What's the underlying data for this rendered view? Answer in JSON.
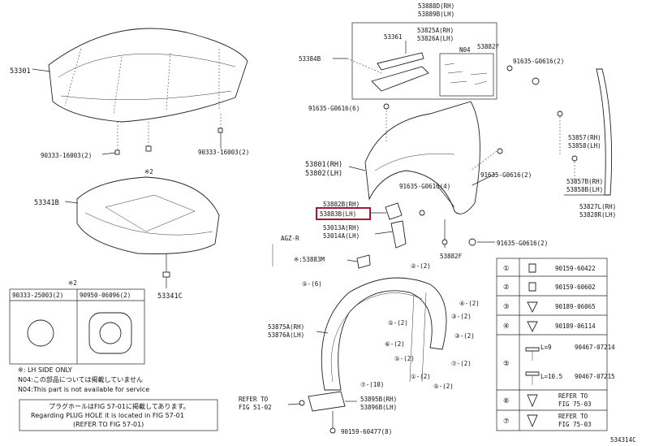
{
  "labels": {
    "p53301": "53301",
    "p53341b": "53341B",
    "p53341c": "53341C",
    "p90333_l": "90333-16003(2)",
    "p90333_r": "90333-16003(2)",
    "star2_small": "※2",
    "p53384b": "53384B",
    "p53888d": "53888D(RH)",
    "p53889b": "53889B(LH)",
    "p53361": "53361",
    "p53825a": "53825A(RH)",
    "p53826a": "53826A(LH)",
    "n04": "N04",
    "p53882f_top": "53882F",
    "p91635_a": "91635-G0616(2)",
    "p91635_b": "91635-G0616(6)",
    "p53801": "53801(RH)",
    "p53802": "53802(LH)",
    "p91635_c": "91635-G0616(2)",
    "p91635_d": "91635-G0616(4)",
    "p53857": "53857(RH)",
    "p53858": "53858(LH)",
    "p53857b": "53857B(RH)",
    "p53858b": "53858B(LH)",
    "p53827l": "53827L(RH)",
    "p53828r": "53828R(LH)",
    "p53882b": "53882B(RH)",
    "p53883b": "53883B(LH)",
    "p53013a": "53013A(RH)",
    "p53014a": "53014A(LH)",
    "p53882f_bot": "53882F",
    "p91635_e": "91635-G0616(2)",
    "agzr": "AGZ-R",
    "star_53883m": "※:53883M",
    "c5_6": "⑤-(6)",
    "c2_2": "②-(2)",
    "p53875a": "53875A(RH)",
    "p53876a": "53876A(LH)",
    "c4_2": "④-(2)",
    "c3_2a": "③-(2)",
    "c5_2a": "⑤-(2)",
    "c6_2": "⑥-(2)",
    "c3_2b": "③-(2)",
    "c5_2b": "⑤-(2)",
    "c7_2": "⑦-(2)",
    "c1_2": "①-(2)",
    "c5_2c": "⑤-(2)",
    "c7_10": "⑦-(10)",
    "refer_left": "REFER TO",
    "refer_left2": "FIG 51-02",
    "p53895b": "53895B(RH)",
    "p53896b": "53896B(LH)",
    "p90159_bot": "90159-60477(8)",
    "catalog_no": "534314C"
  },
  "plug_box": {
    "title": "※2",
    "left_part": "90333-25003(2)",
    "right_part": "90950-06096(2)"
  },
  "notes": {
    "n1": "※: LH SIDE ONLY",
    "n2": "N04:この部品については掲載していません",
    "n3": "N04:This part is not available for service",
    "b1": "プラグホールはFIG 57-01に掲載してあります。",
    "b2": "Regarding PLUG HOLE  it is located in FIG 57-01",
    "b3": "(REFER TO FIG 57-01)"
  },
  "legend": [
    {
      "num": "①",
      "part": "90159-60422"
    },
    {
      "num": "②",
      "part": "90159-60602"
    },
    {
      "num": "③",
      "part": "90189-06065"
    },
    {
      "num": "④",
      "part": "90189-06114"
    },
    {
      "num": "⑤",
      "part_a": "90467-07214",
      "len_a": "L=9",
      "part_b": "90467-07215",
      "len_b": "L=10.5"
    },
    {
      "num": "⑥",
      "part": "REFER TO",
      "part2": "FIG 75-03"
    },
    {
      "num": "⑦",
      "part": "REFER TO",
      "part2": "FIG 75-03"
    }
  ]
}
